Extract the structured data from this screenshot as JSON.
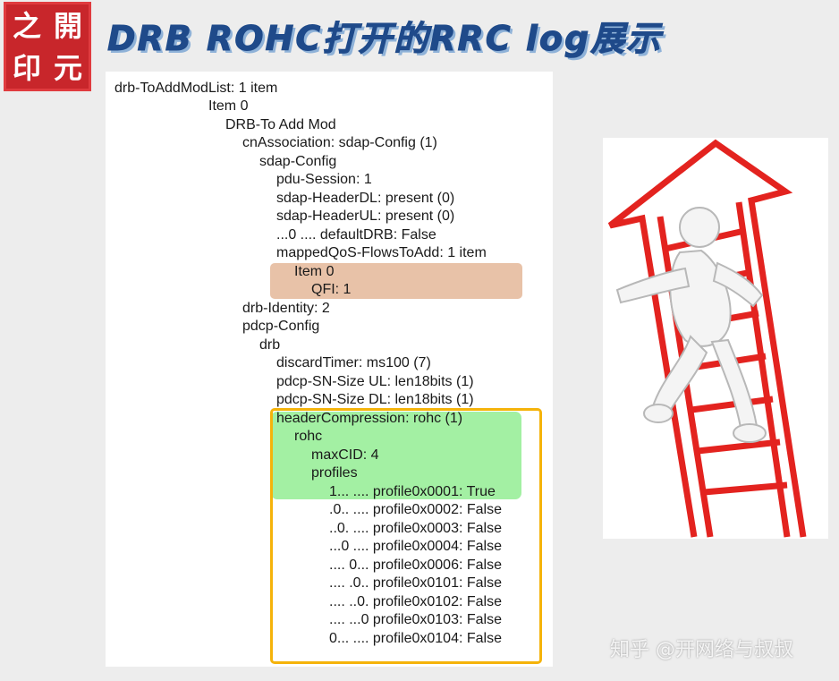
{
  "logo": {
    "chars": [
      "之",
      "開",
      "印",
      "元"
    ]
  },
  "title": "DRB ROHC打开的RRC log展示",
  "log": {
    "lines": [
      "drb-ToAddModList: 1 item",
      "Item 0",
      "DRB-To Add Mod",
      "cnAssociation: sdap-Config (1)",
      "sdap-Config",
      "pdu-Session: 1",
      "sdap-HeaderDL: present (0)",
      "sdap-HeaderUL: present (0)",
      "...0 .... defaultDRB: False",
      "mappedQoS-FlowsToAdd: 1 item",
      "Item 0",
      "QFI: 1",
      "drb-Identity: 2",
      "pdcp-Config",
      "drb",
      "discardTimer: ms100 (7)",
      "pdcp-SN-Size UL: len18bits (1)",
      "pdcp-SN-Size DL: len18bits (1)",
      "headerCompression: rohc (1)",
      "rohc",
      "maxCID: 4",
      "profiles",
      "1... .... profile0x0001: True",
      ".0.. .... profile0x0002: False",
      "..0. .... profile0x0003: False",
      "...0 .... profile0x0004: False",
      ".... 0... profile0x0006: False",
      ".... .0.. profile0x0101: False",
      ".... ..0. profile0x0102: False",
      ".... ...0 profile0x0103: False",
      "0... .... profile0x0104: False"
    ]
  },
  "watermark": "知乎 @开网络与叔叔",
  "colors": {
    "title": "#1f4a8a",
    "logo_bg": "#c8262b",
    "qos_highlight": "#e8c2a8",
    "rohc_highlight": "#a3f0a3",
    "rohc_frame": "#f5b30a",
    "ladder": "#e3231f"
  }
}
